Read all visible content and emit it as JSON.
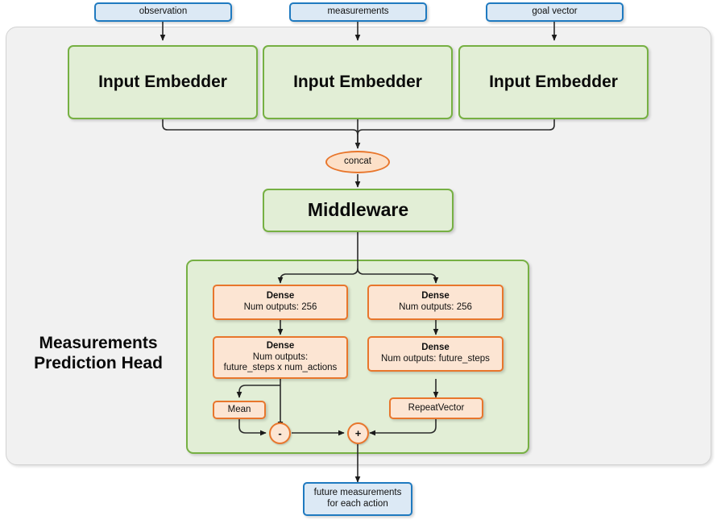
{
  "diagram": {
    "title": "Measurements Prediction Head",
    "colors": {
      "io_fill": "#dce9f5",
      "io_stroke": "#1f7ac0",
      "green_fill": "#e2eed6",
      "green_stroke": "#76b043",
      "orange_fill": "#fce5d3",
      "orange_stroke": "#e8762c",
      "container_fill": "#f1f1f1",
      "wire": "#2b2b2b"
    },
    "inputs": [
      {
        "label": "observation"
      },
      {
        "label": "measurements"
      },
      {
        "label": "goal vector"
      }
    ],
    "embedders": [
      {
        "label": "Input Embedder"
      },
      {
        "label": "Input Embedder"
      },
      {
        "label": "Input Embedder"
      }
    ],
    "concat": {
      "label": "concat"
    },
    "middleware": {
      "label": "Middleware"
    },
    "head": {
      "title_line1": "Measurements",
      "title_line2": "Prediction Head",
      "left_branch": {
        "dense1": {
          "title": "Dense",
          "detail": "Num outputs: 256"
        },
        "dense2": {
          "title": "Dense",
          "detail_line1": "Num outputs:",
          "detail_line2": "future_steps x num_actions"
        },
        "mean": {
          "label": "Mean"
        }
      },
      "right_branch": {
        "dense1": {
          "title": "Dense",
          "detail": "Num outputs: 256"
        },
        "dense2": {
          "title": "Dense",
          "detail": "Num outputs: future_steps"
        },
        "repeat_vector": {
          "label": "RepeatVector"
        }
      },
      "operators": [
        {
          "symbol": "-"
        },
        {
          "symbol": "+"
        }
      ]
    },
    "output": {
      "line1": "future measurements",
      "line2": "for each action"
    }
  }
}
